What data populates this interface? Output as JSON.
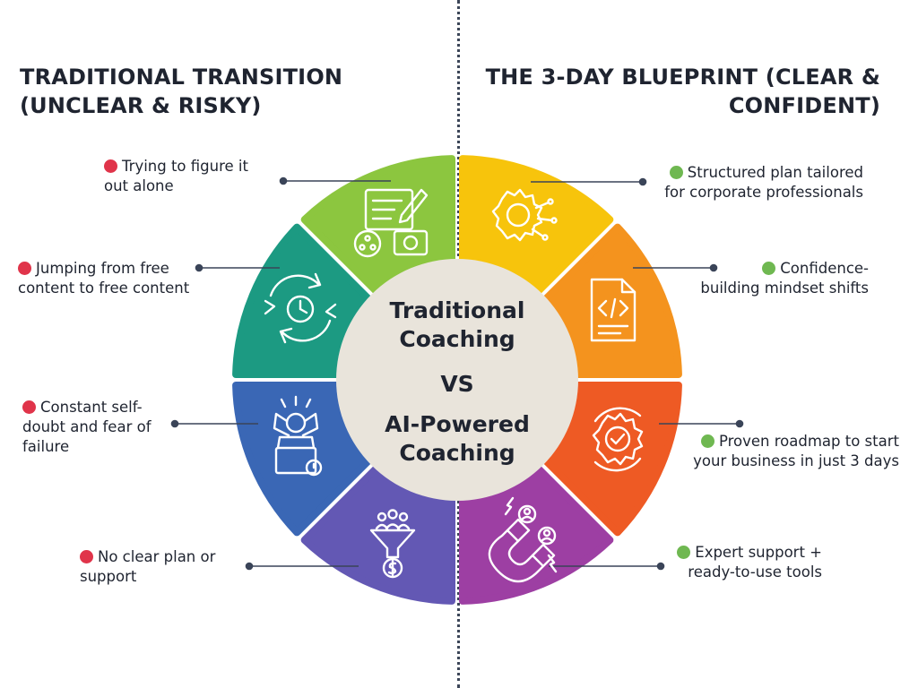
{
  "headings": {
    "left": [
      "TRADITIONAL TRANSITION",
      "(UNCLEAR & RISKY)"
    ],
    "right": [
      "THE 3-DAY BLUEPRINT (CLEAR &",
      "CONFIDENT)"
    ]
  },
  "center": {
    "line1": "Traditional",
    "line2": "Coaching",
    "vs": "VS",
    "line3": "AI-Powered",
    "line4": "Coaching"
  },
  "colors": {
    "bad_dot": "#e0344a",
    "good_dot": "#6fb851",
    "center_circle": "#e9e4db",
    "connector": "#3a4458"
  },
  "segments": [
    {
      "id": "seg-green",
      "color": "#8cc63f",
      "icon": "document-film-icon"
    },
    {
      "id": "seg-teal",
      "color": "#1c9a82",
      "icon": "refresh-clock-icon"
    },
    {
      "id": "seg-blue",
      "color": "#3a67b5",
      "icon": "stressed-laptop-icon"
    },
    {
      "id": "seg-purple",
      "color": "#6358b4",
      "icon": "funnel-dollar-icon"
    },
    {
      "id": "seg-yellow",
      "color": "#f7c40c",
      "icon": "ai-gear-icon"
    },
    {
      "id": "seg-orange",
      "color": "#f4931e",
      "icon": "code-file-icon"
    },
    {
      "id": "seg-red",
      "color": "#ee5a24",
      "icon": "check-gear-icon"
    },
    {
      "id": "seg-magenta",
      "color": "#9d3fa3",
      "icon": "magnet-users-icon"
    }
  ],
  "left_items": [
    [
      "Trying to figure it",
      "out alone"
    ],
    [
      "Jumping from free",
      "content to free content"
    ],
    [
      "Constant self-",
      "doubt and fear of",
      "failure"
    ],
    [
      "No clear plan or",
      "support"
    ]
  ],
  "right_items": [
    [
      "Structured plan tailored",
      "for corporate professionals"
    ],
    [
      "Confidence-",
      "building mindset shifts"
    ],
    [
      "Proven roadmap to start",
      "your business in just 3 days"
    ],
    [
      "Expert support +",
      "ready-to-use tools"
    ]
  ]
}
